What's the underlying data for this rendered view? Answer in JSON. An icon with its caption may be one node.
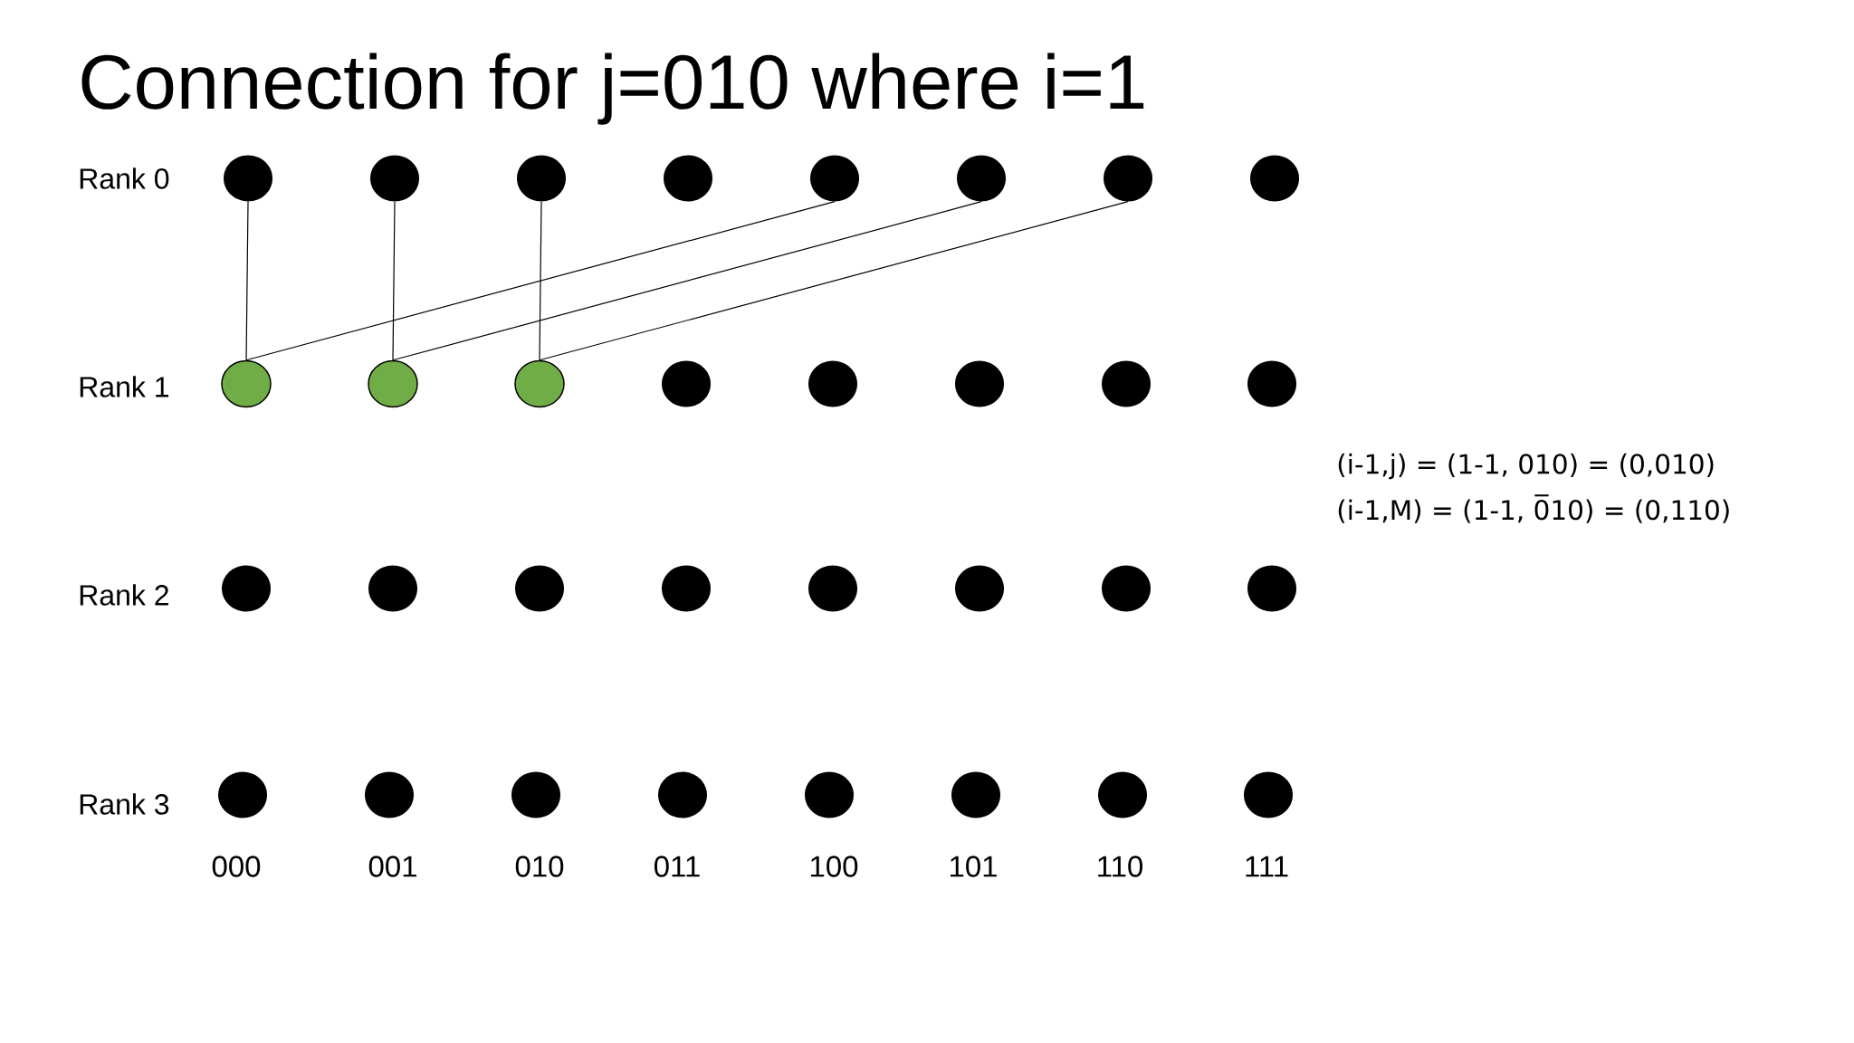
{
  "diagram": {
    "title": "Connection for j=010 where i=1",
    "nodes": [
      {
        "text": [],
        "shape": "circle"
      },
      {
        "text": [],
        "shape": "circle"
      },
      {
        "text": [],
        "shape": "circle"
      },
      {
        "text": [],
        "shape": "circle"
      },
      {
        "text": [],
        "shape": "circle"
      },
      {
        "text": [],
        "shape": "circle"
      },
      {
        "text": [],
        "shape": "circle"
      },
      {
        "text": [],
        "shape": "circle"
      },
      {
        "text": [],
        "shape": "circle"
      },
      {
        "text": [],
        "shape": "circle"
      },
      {
        "text": [],
        "shape": "circle"
      },
      {
        "text": [],
        "shape": "circle"
      },
      {
        "text": [],
        "shape": "circle"
      },
      {
        "text": [],
        "shape": "circle"
      },
      {
        "text": [],
        "shape": "circle"
      },
      {
        "text": [],
        "shape": "circle"
      },
      {
        "text": [],
        "shape": "circle"
      },
      {
        "text": [],
        "shape": "circle"
      },
      {
        "text": [],
        "shape": "circle"
      },
      {
        "text": [],
        "shape": "circle"
      },
      {
        "text": [],
        "shape": "circle"
      },
      {
        "text": [],
        "shape": "circle"
      },
      {
        "text": [],
        "shape": "circle"
      },
      {
        "text": [],
        "shape": "circle"
      },
      {
        "text": [],
        "shape": "circle"
      },
      {
        "text": [],
        "shape": "circle"
      },
      {
        "text": [],
        "shape": "circle"
      },
      {
        "text": [],
        "shape": "circle"
      },
      {
        "text": [],
        "shape": "circle"
      },
      {
        "text": [],
        "shape": "circle"
      },
      {
        "text": [],
        "shape": "circle"
      },
      {
        "text": [],
        "shape": "circle"
      }
    ],
    "edges": [
      {
        "from": 0,
        "to": 8,
        "arrow": "none"
      },
      {
        "from": 4,
        "to": 8,
        "arrow": "none"
      },
      {
        "from": 1,
        "to": 9,
        "arrow": "none"
      },
      {
        "from": 5,
        "to": 9,
        "arrow": "none"
      },
      {
        "from": 2,
        "to": 10,
        "arrow": "none"
      },
      {
        "from": 6,
        "to": 10,
        "arrow": "none"
      }
    ],
    "labels": [
      "Rank 0",
      "Rank 1",
      "(i-1,j) = (1-1, 010) = (0,010)",
      "(i-1,M) = (1-1, 0̅10) = (0,110)",
      "Rank 2",
      "Rank 3",
      "000",
      "001",
      "010",
      "011",
      "100",
      "101",
      "110",
      "111"
    ]
  }
}
